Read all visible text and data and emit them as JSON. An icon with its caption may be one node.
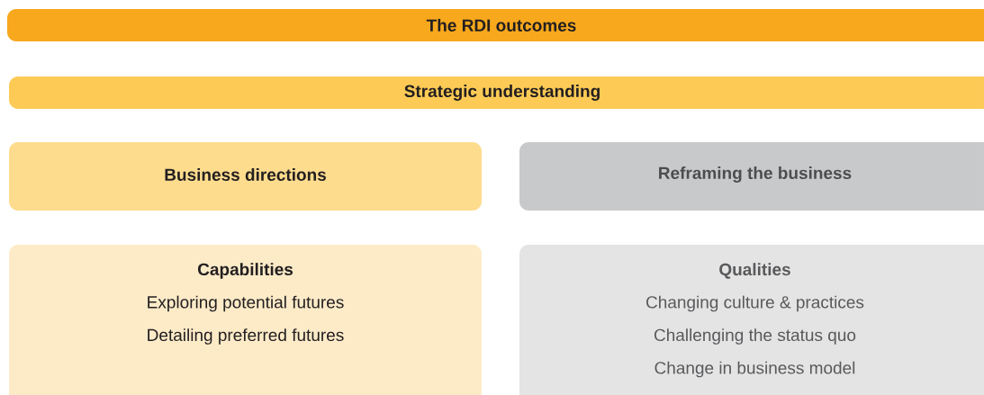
{
  "diagram": {
    "nodes": [
      {
        "text": [
          "The RDI outcomes"
        ]
      },
      {
        "text": [
          "Strategic understanding"
        ]
      },
      {
        "text": [
          "Business directions"
        ]
      },
      {
        "text": [
          "Reframing the business"
        ]
      },
      {
        "text": [
          "Capabilities",
          "Exploring potential futures",
          "Detailing preferred futures"
        ]
      },
      {
        "text": [
          "Qualities",
          "Changing culture & practices",
          "Challenging the status quo",
          "Change in business model"
        ]
      }
    ]
  }
}
